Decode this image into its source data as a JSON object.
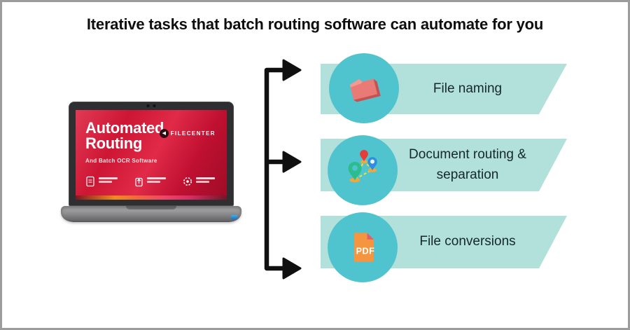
{
  "title": "Iterative tasks that batch routing software can automate for you",
  "laptop": {
    "brand": "FILECENTER",
    "heading_line1": "Automated",
    "heading_line2": "Routing",
    "subheading": "And Batch OCR Software",
    "feature_icons": [
      "document-icon",
      "file-upload-icon",
      "gear-icon"
    ]
  },
  "tasks": [
    {
      "label": "File naming",
      "icon": "folder-icon"
    },
    {
      "label": "Document routing & separation",
      "icon": "map-pins-icon"
    },
    {
      "label": "File conversions",
      "icon": "pdf-file-icon",
      "badge": "PDF"
    }
  ],
  "colors": {
    "banner_teal": "#b2e1dc",
    "circle_teal": "#50c4ce",
    "connector_black": "#101010",
    "screen_red": "#cd1634",
    "title_text": "#0e0e0e",
    "task_text": "#15282b",
    "frame_border": "#9c9c9c"
  }
}
